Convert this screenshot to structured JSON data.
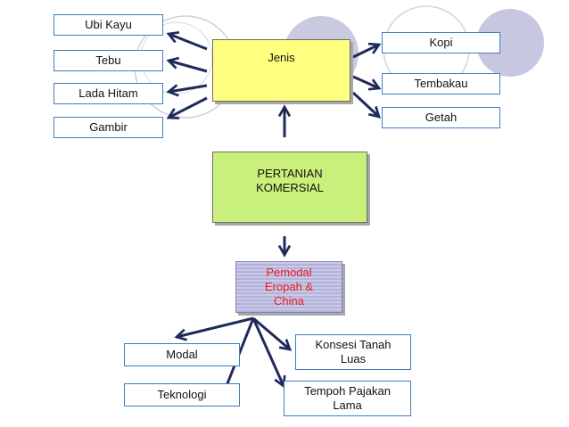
{
  "nodes": {
    "jenis": "Jenis",
    "pertanian": [
      "PERTANIAN",
      "KOMERSIAL"
    ],
    "pemodal": [
      "Pemodal",
      "Eropah &",
      "China"
    ],
    "ubi_kayu": "Ubi Kayu",
    "tebu": "Tebu",
    "lada_hitam": "Lada Hitam",
    "gambir": "Gambir",
    "kopi": "Kopi",
    "tembakau": "Tembakau",
    "getah": "Getah",
    "modal": "Modal",
    "teknologi": "Teknologi",
    "konsesi": [
      "Konsesi Tanah",
      "Luas"
    ],
    "tempoh": [
      "Tempoh Pajakan",
      "Lama"
    ]
  },
  "colors": {
    "arrow": "#1f2a5a",
    "label_border": "#3c7fc0",
    "jenis_fill": "#ffff80",
    "pertanian_fill": "#c9f07a",
    "pemodal_text": "#ee1c1c"
  }
}
